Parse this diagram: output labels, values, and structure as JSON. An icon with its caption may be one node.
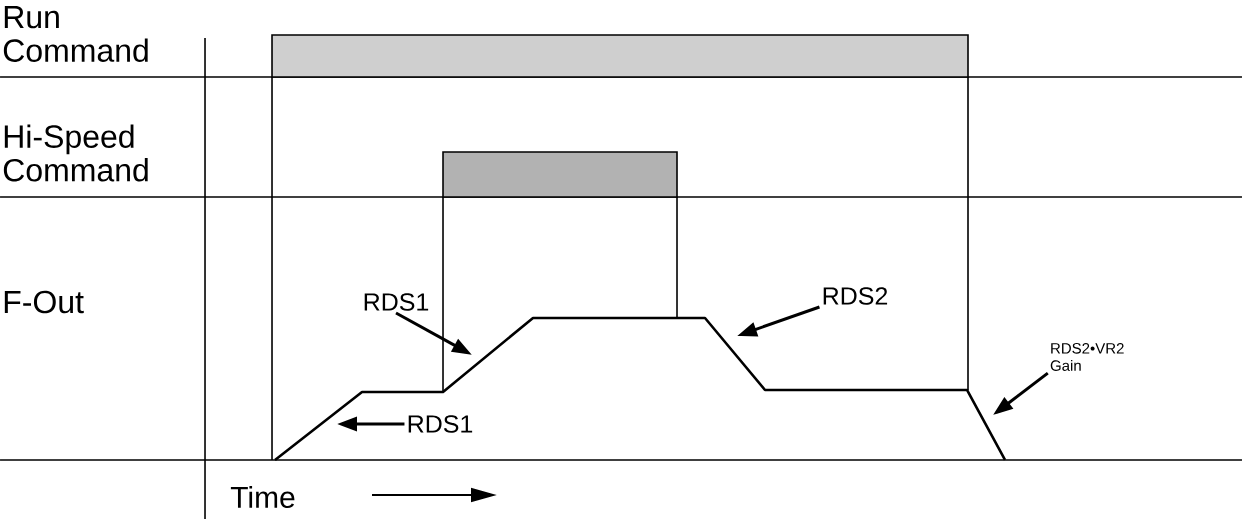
{
  "diagram": {
    "nodes": [
      {
        "text": [
          "RDS1"
        ]
      },
      {
        "text": [
          "RDS2"
        ]
      },
      {
        "text": [
          "RDS2•VR2 Gain"
        ]
      },
      {
        "text": [
          "RDS1"
        ]
      }
    ],
    "edges": [
      {
        "from": 0,
        "to": null,
        "arrow": "to"
      },
      {
        "from": 1,
        "to": null,
        "arrow": "to"
      },
      {
        "from": 2,
        "to": null,
        "arrow": "to"
      },
      {
        "from": 3,
        "to": null,
        "arrow": "to"
      }
    ],
    "labels": [
      "Run Command",
      "Hi-Speed Command",
      "F-Out",
      "Time"
    ]
  }
}
